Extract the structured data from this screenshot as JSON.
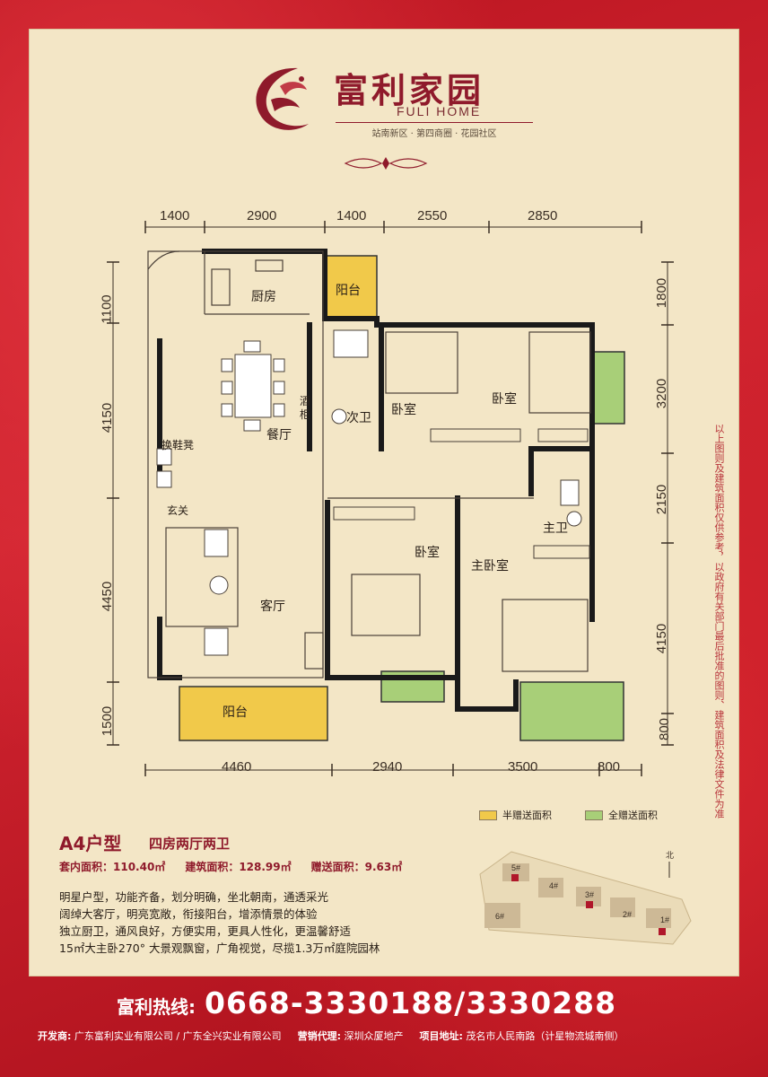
{
  "brand": {
    "name_cn": "富利家园",
    "name_en": "FULI HOME",
    "tagline": "站南新区 · 第四商圈 · 花园社区"
  },
  "dimensions": {
    "top": [
      "1400",
      "2900",
      "1400",
      "2550",
      "2850"
    ],
    "bottom": [
      "4460",
      "2940",
      "3500",
      "800"
    ],
    "left": [
      "1100",
      "4150",
      "4450",
      "1500"
    ],
    "right": [
      "1800",
      "3200",
      "2150",
      "4150",
      "800"
    ]
  },
  "rooms": {
    "kitchen": "厨房",
    "balcony_top": "阳台",
    "dining": "餐厅",
    "wine_cabinet": "酒柜",
    "second_bath": "次卫",
    "bedroom_a": "卧室",
    "bedroom_b": "卧室",
    "shoe_bench": "换鞋凳",
    "entrance": "玄关",
    "living": "客厅",
    "bedroom_c": "卧室",
    "master_bath": "主卫",
    "master_bedroom": "主卧室",
    "balcony_bottom": "阳台"
  },
  "legend": {
    "half": "半赠送面积",
    "full": "全赠送面积",
    "half_color": "#f1c94a",
    "full_color": "#a8cf78"
  },
  "side_note": "以上图则及建筑面积仅供参考，以政府有关部门最后批准的图则、建筑面积及法律文件为准",
  "unit": {
    "type": "A4户型",
    "layout": "四房两厅两卫",
    "area_inner": "套内面积：110.40㎡",
    "area_build": "建筑面积：128.99㎡",
    "area_gift": "赠送面积：9.63㎡"
  },
  "description": [
    "明星户型，功能齐备，划分明确，坐北朝南，通透采光",
    "阔绰大客厅，明亮宽敞，衔接阳台，增添情景的体验",
    "独立厨卫，通风良好，方便实用，更具人性化，更温馨舒适",
    "15㎡大主卧270° 大景观飘窗，广角视觉，尽揽1.3万㎡庭院园林"
  ],
  "site_labels": [
    "5#",
    "4#",
    "3#",
    "2#",
    "1#",
    "6#",
    "北"
  ],
  "hotline": {
    "label": "富利热线:",
    "number": "0668-3330188/3330288"
  },
  "footer": {
    "developer_label": "开发商:",
    "developer": "广东富利实业有限公司 / 广东全兴实业有限公司",
    "agent_label": "营销代理:",
    "agent": "深圳众厦地产",
    "address_label": "项目地址:",
    "address": "茂名市人民南路（计星物流城南侧）"
  },
  "colors": {
    "primary_red": "#c41f2a",
    "brand_dark": "#8f1a2b",
    "paper": "#f3e6c6",
    "wall": "#1a1a1a"
  }
}
